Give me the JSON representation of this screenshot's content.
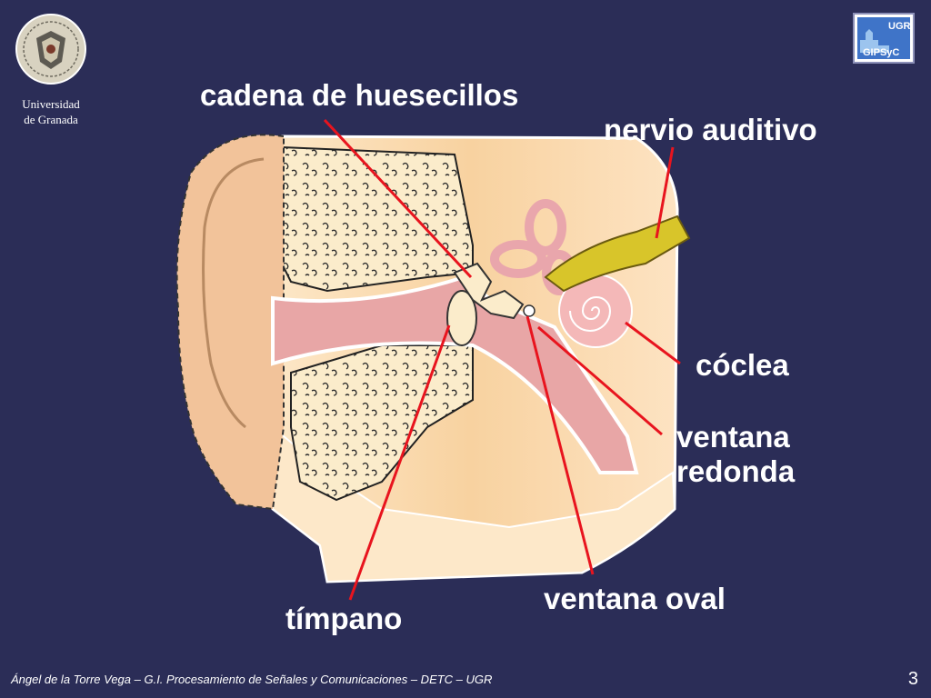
{
  "header": {
    "university_line1": "Universidad",
    "university_line2": "de Granada",
    "badge_top": "UGR",
    "badge_bottom": "GIPSyC"
  },
  "labels": {
    "cadena": "cadena de huesecillos",
    "nervio": "nervio auditivo",
    "coclea": "cóclea",
    "ventana_redonda_line1": "ventana",
    "ventana_redonda_line2": "redonda",
    "ventana_oval": "ventana oval",
    "timpano": "tímpano"
  },
  "colors": {
    "background": "#2b2d57",
    "pointer": "#e8141e",
    "skin": "#f2c39a",
    "canal": "#e8a6a6",
    "nerve": "#d8c52a"
  },
  "footer": {
    "credit": "Ángel de la Torre Vega – G.I. Procesamiento de Señales y Comunicaciones – DETC – UGR",
    "page": "3"
  }
}
